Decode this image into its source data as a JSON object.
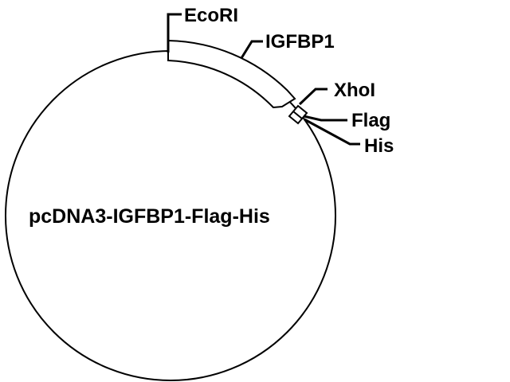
{
  "plasmid": {
    "name": "pcDNA3-IGFBP1-Flag-His"
  },
  "features": {
    "ecori": "EcoRI",
    "igfbp1": "IGFBP1",
    "xhoi": "XhoI",
    "flag": "Flag",
    "his": "His"
  },
  "colors": {
    "stroke": "#000000",
    "fill": "#ffffff"
  }
}
